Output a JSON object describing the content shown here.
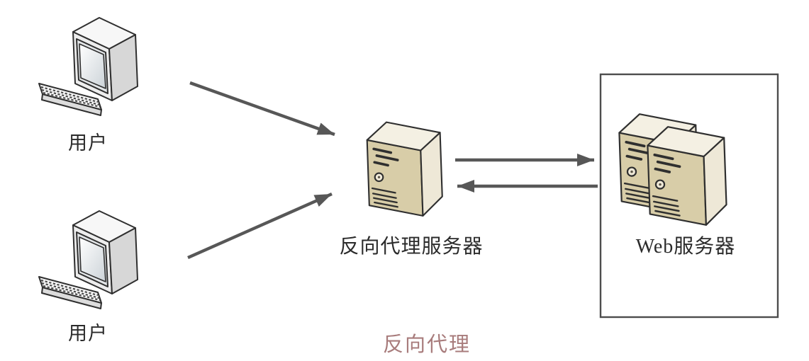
{
  "title": {
    "text": "反向代理",
    "color": "#a87c7c"
  },
  "nodes": {
    "users": [
      {
        "label": "用户",
        "icon": "desktop-computer-icon"
      },
      {
        "label": "用户",
        "icon": "desktop-computer-icon"
      }
    ],
    "proxy": {
      "label": "反向代理服务器",
      "icon": "server-tower-icon"
    },
    "web": {
      "label": "Web服务器",
      "icon": "server-tower-icon",
      "tower_count": 2,
      "grouped_in_box": true
    }
  },
  "connections": [
    {
      "from": "user-1",
      "to": "reverse-proxy-server",
      "arrow": "single",
      "direction": "to-proxy"
    },
    {
      "from": "user-2",
      "to": "reverse-proxy-server",
      "arrow": "single",
      "direction": "to-proxy"
    },
    {
      "from": "reverse-proxy-server",
      "to": "web-servers",
      "arrow": "single",
      "direction": "to-web"
    },
    {
      "from": "web-servers",
      "to": "reverse-proxy-server",
      "arrow": "single",
      "direction": "to-proxy"
    }
  ],
  "colors": {
    "background": "#ffffff",
    "arrow": "#575757",
    "outline": "#2f2f2f",
    "server_front": "#d8cda8",
    "server_side": "#eee8d7",
    "server_top": "#f4f0e3",
    "monitor_front": "#ededed",
    "monitor_side": "#d7d7d7",
    "box_border": "#4d4d4d",
    "label_text": "#2b2b2b",
    "title_text": "#a87c7c"
  }
}
